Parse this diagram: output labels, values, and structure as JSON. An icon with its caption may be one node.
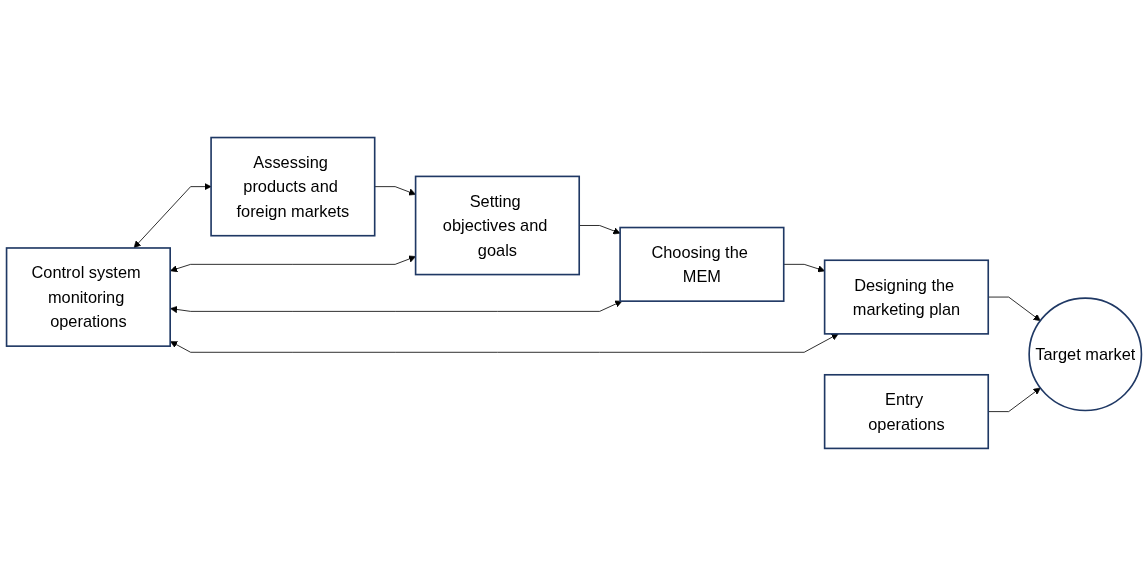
{
  "diagram": {
    "nodes": [
      {
        "text": [
          "Assessing products and foreign markets"
        ]
      },
      {
        "text": [
          "Setting objectives and goals"
        ]
      },
      {
        "text": [
          "Choosing the MEM"
        ]
      },
      {
        "text": [
          "Designing the marketing plan"
        ]
      },
      {
        "text": [
          "Entry operations"
        ]
      },
      {
        "text": [
          "Target market"
        ]
      },
      {
        "text": [
          "Control system monitoring operations"
        ]
      }
    ],
    "edges": [
      {
        "from": 0,
        "to": 1,
        "arrow": "to"
      },
      {
        "from": 1,
        "to": 2,
        "arrow": "to"
      },
      {
        "from": 2,
        "to": 3,
        "arrow": "to"
      },
      {
        "from": 3,
        "to": 5,
        "arrow": "to"
      },
      {
        "from": 4,
        "to": 5,
        "arrow": "to"
      },
      {
        "from": 6,
        "to": 0,
        "arrow": "both"
      },
      {
        "from": 6,
        "to": 1,
        "arrow": "both"
      },
      {
        "from": 6,
        "to": 2,
        "arrow": "both"
      },
      {
        "from": 6,
        "to": 3,
        "arrow": "both"
      }
    ]
  }
}
